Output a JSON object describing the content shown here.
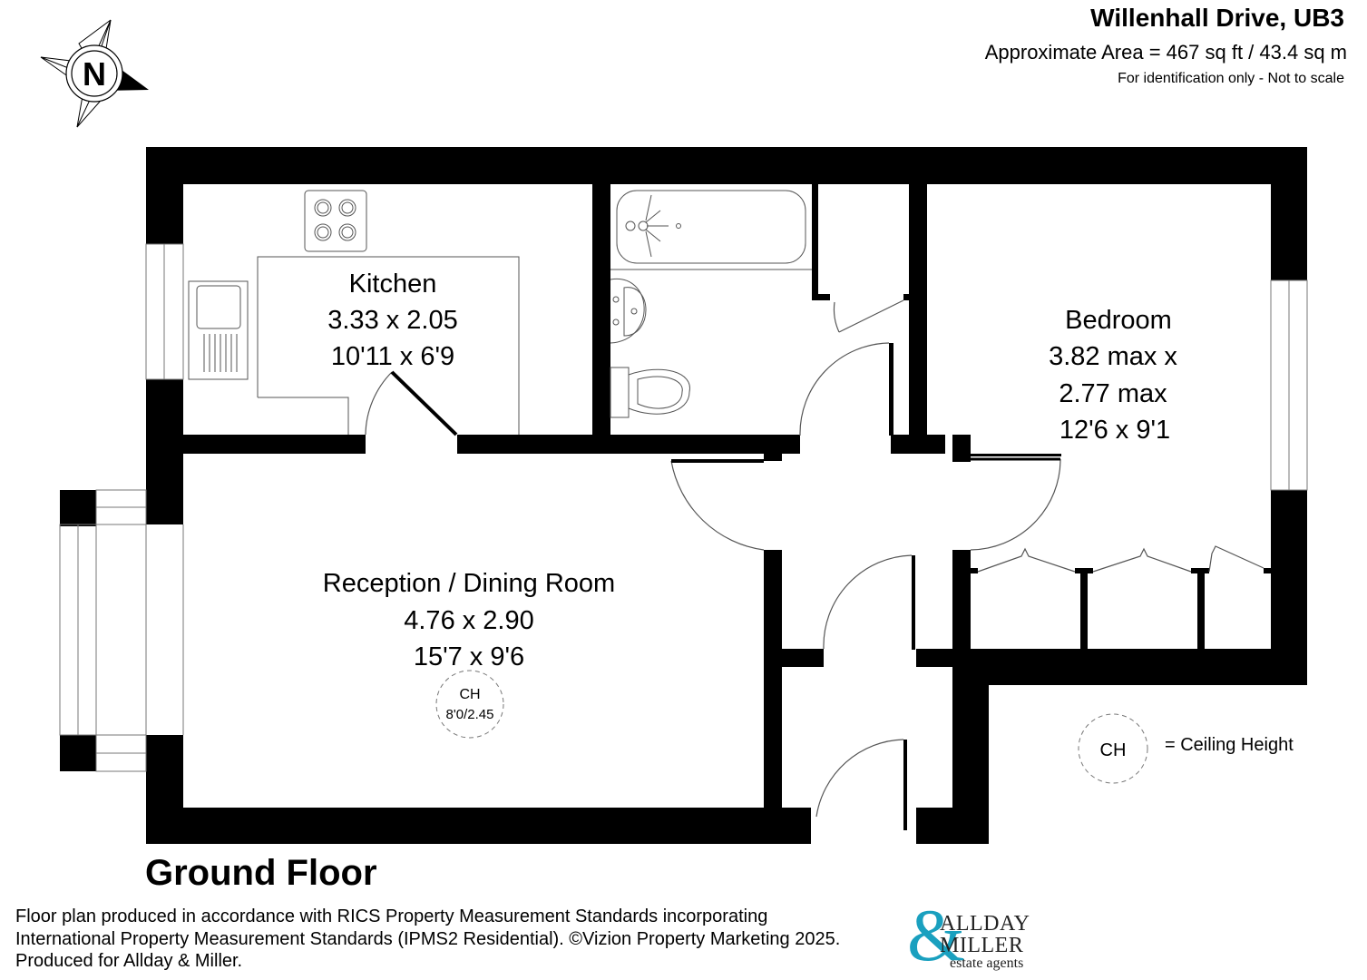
{
  "header": {
    "title": "Willenhall Drive, UB3",
    "area": "Approximate Area = 467 sq ft / 43.4 sq m",
    "disclaimer": "For identification only - Not to scale"
  },
  "compass": {
    "label": "N",
    "icon": "north-compass-icon"
  },
  "floor": {
    "label": "Ground Floor"
  },
  "rooms": {
    "kitchen": {
      "name": "Kitchen",
      "metric": "3.33 x 2.05",
      "imperial": "10'11 x 6'9"
    },
    "bedroom": {
      "name": "Bedroom",
      "metric_line1": "3.82 max x",
      "metric_line2": "2.77 max",
      "imperial": "12'6 x 9'1"
    },
    "reception": {
      "name": "Reception / Dining Room",
      "metric": "4.76 x 2.90",
      "imperial": "15'7 x 9'6"
    }
  },
  "ceiling_height": {
    "badge": "CH",
    "value": "8'0/2.45"
  },
  "legend": {
    "badge": "CH",
    "text": "=  Ceiling Height"
  },
  "footer": {
    "credits": [
      "Floor plan produced in accordance with RICS Property Measurement Standards incorporating",
      "International Property Measurement Standards (IPMS2 Residential). ©Vizion Property Marketing 2025.",
      "Produced for Allday & Miller."
    ],
    "logo": {
      "amp": "&",
      "line1": "ALLDAY",
      "line2": "MILLER",
      "line3": "estate agents",
      "color": "#1aa0bf"
    }
  },
  "colors": {
    "wall": "#000000",
    "fixture": "#555555",
    "background": "#ffffff"
  }
}
